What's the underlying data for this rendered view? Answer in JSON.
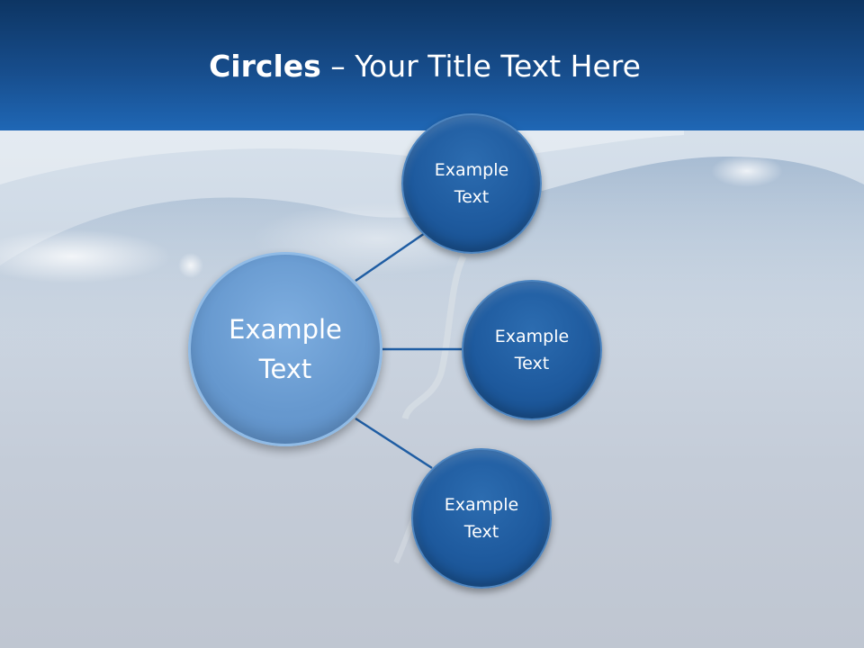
{
  "slide": {
    "title_bold": "Circles",
    "title_rest": " – Your Title Text Here"
  },
  "diagram": {
    "center": {
      "line1": "Example",
      "line2": "Text"
    },
    "satellites": [
      {
        "line1": "Example",
        "line2": "Text"
      },
      {
        "line1": "Example",
        "line2": "Text"
      },
      {
        "line1": "Example",
        "line2": "Text"
      }
    ]
  },
  "colors": {
    "header": "#174d8c",
    "node_dark": "#1e5a9e",
    "node_light": "#6799cf",
    "connector": "#1f5da3"
  }
}
